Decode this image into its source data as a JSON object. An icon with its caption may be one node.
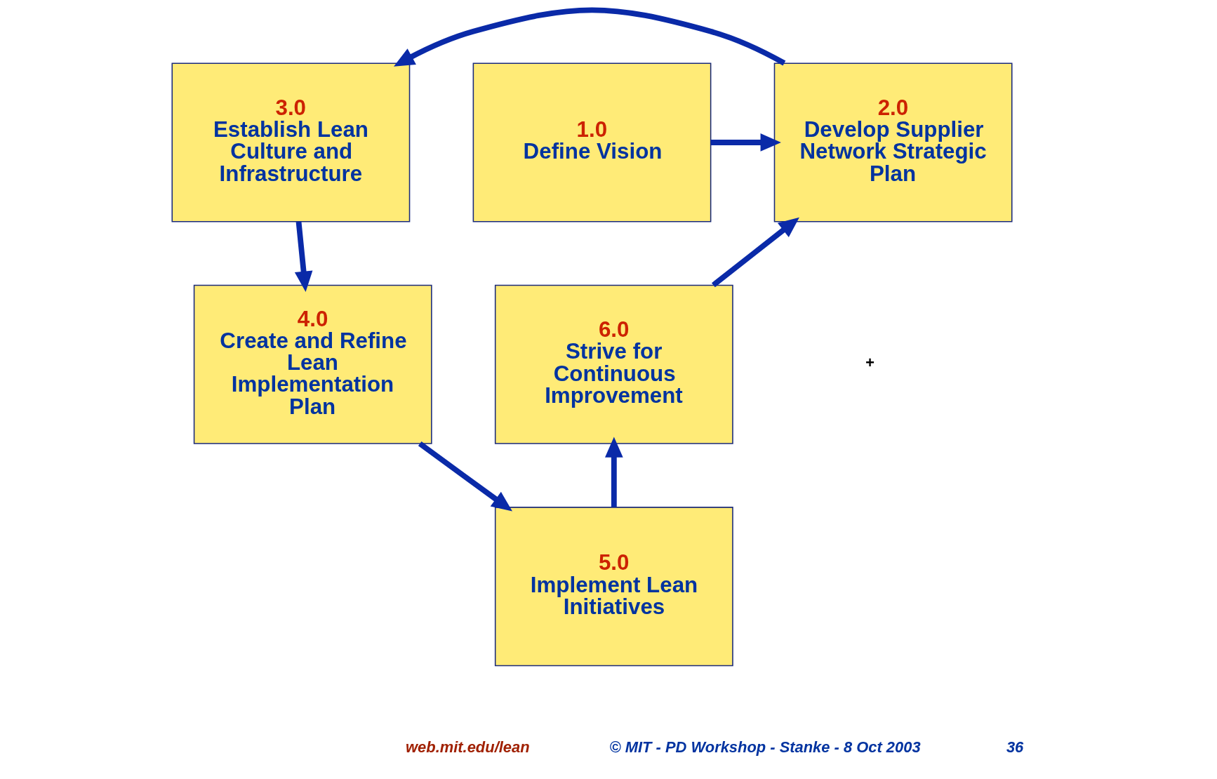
{
  "diagram": {
    "nodes": [
      {
        "text": [
          "1.0",
          "Define Vision"
        ]
      },
      {
        "text": [
          "2.0",
          "Develop Supplier Network Strategic Plan"
        ]
      },
      {
        "text": [
          "3.0",
          "Establish Lean Culture and Infrastructure"
        ]
      },
      {
        "text": [
          "4.0",
          "Create and Refine Lean Implementation Plan"
        ]
      },
      {
        "text": [
          "5.0",
          "Implement Lean Initiatives"
        ]
      },
      {
        "text": [
          "6.0",
          "Strive for Continuous Improvement"
        ]
      }
    ],
    "edges": [
      {
        "from": 0,
        "to": 1,
        "arrow": "to"
      },
      {
        "from": 1,
        "to": 2,
        "arrow": "to"
      },
      {
        "from": 2,
        "to": 3,
        "arrow": "to"
      },
      {
        "from": 3,
        "to": 4,
        "arrow": "to"
      },
      {
        "from": 4,
        "to": 5,
        "arrow": "to"
      },
      {
        "from": 5,
        "to": 1,
        "arrow": "to"
      }
    ],
    "labels": [
      "+",
      "web.mit.edu/lean",
      "© MIT - PD Workshop - Stanke - 8 Oct 2003",
      "36"
    ]
  }
}
